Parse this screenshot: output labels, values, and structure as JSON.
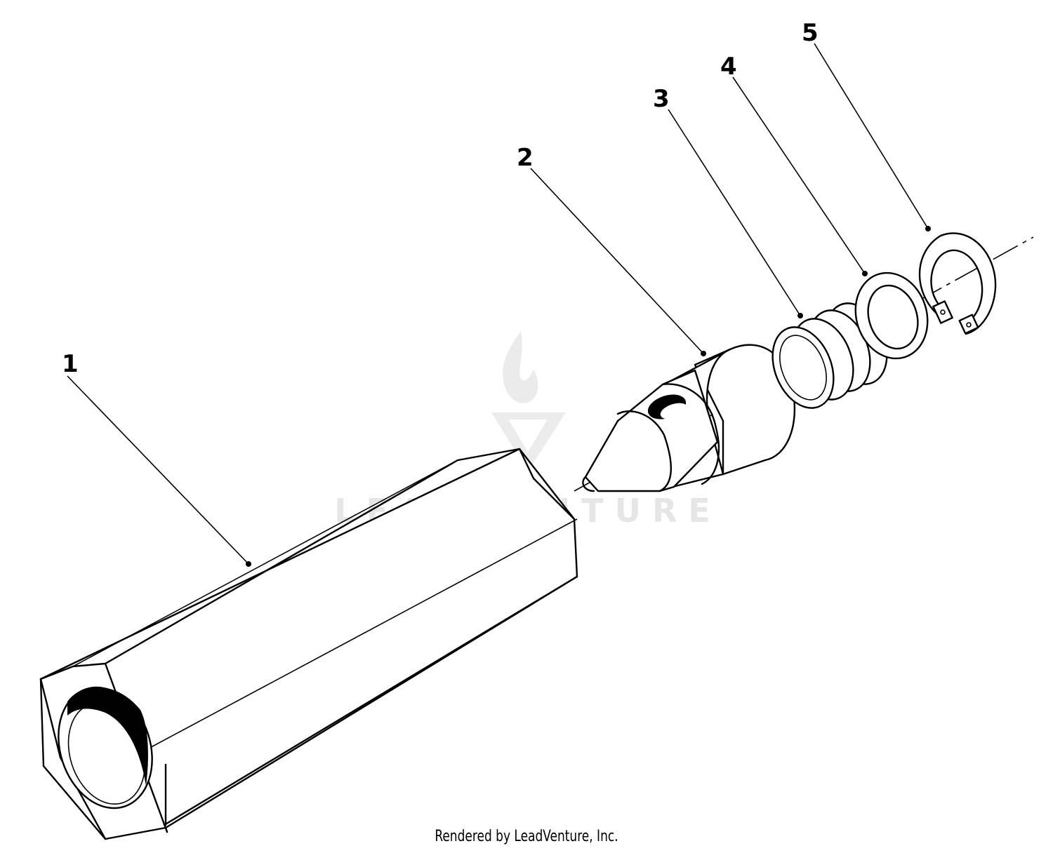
{
  "callouts": [
    {
      "number": "1",
      "part": "hex-sleeve"
    },
    {
      "number": "2",
      "part": "pointed-plunger"
    },
    {
      "number": "3",
      "part": "compression-spring"
    },
    {
      "number": "4",
      "part": "flat-washer"
    },
    {
      "number": "5",
      "part": "retaining-ring"
    }
  ],
  "watermark": {
    "text": "LEADVENTURE",
    "icon": "flame-logo-icon"
  },
  "footer": {
    "text": "Rendered by LeadVenture, Inc."
  }
}
